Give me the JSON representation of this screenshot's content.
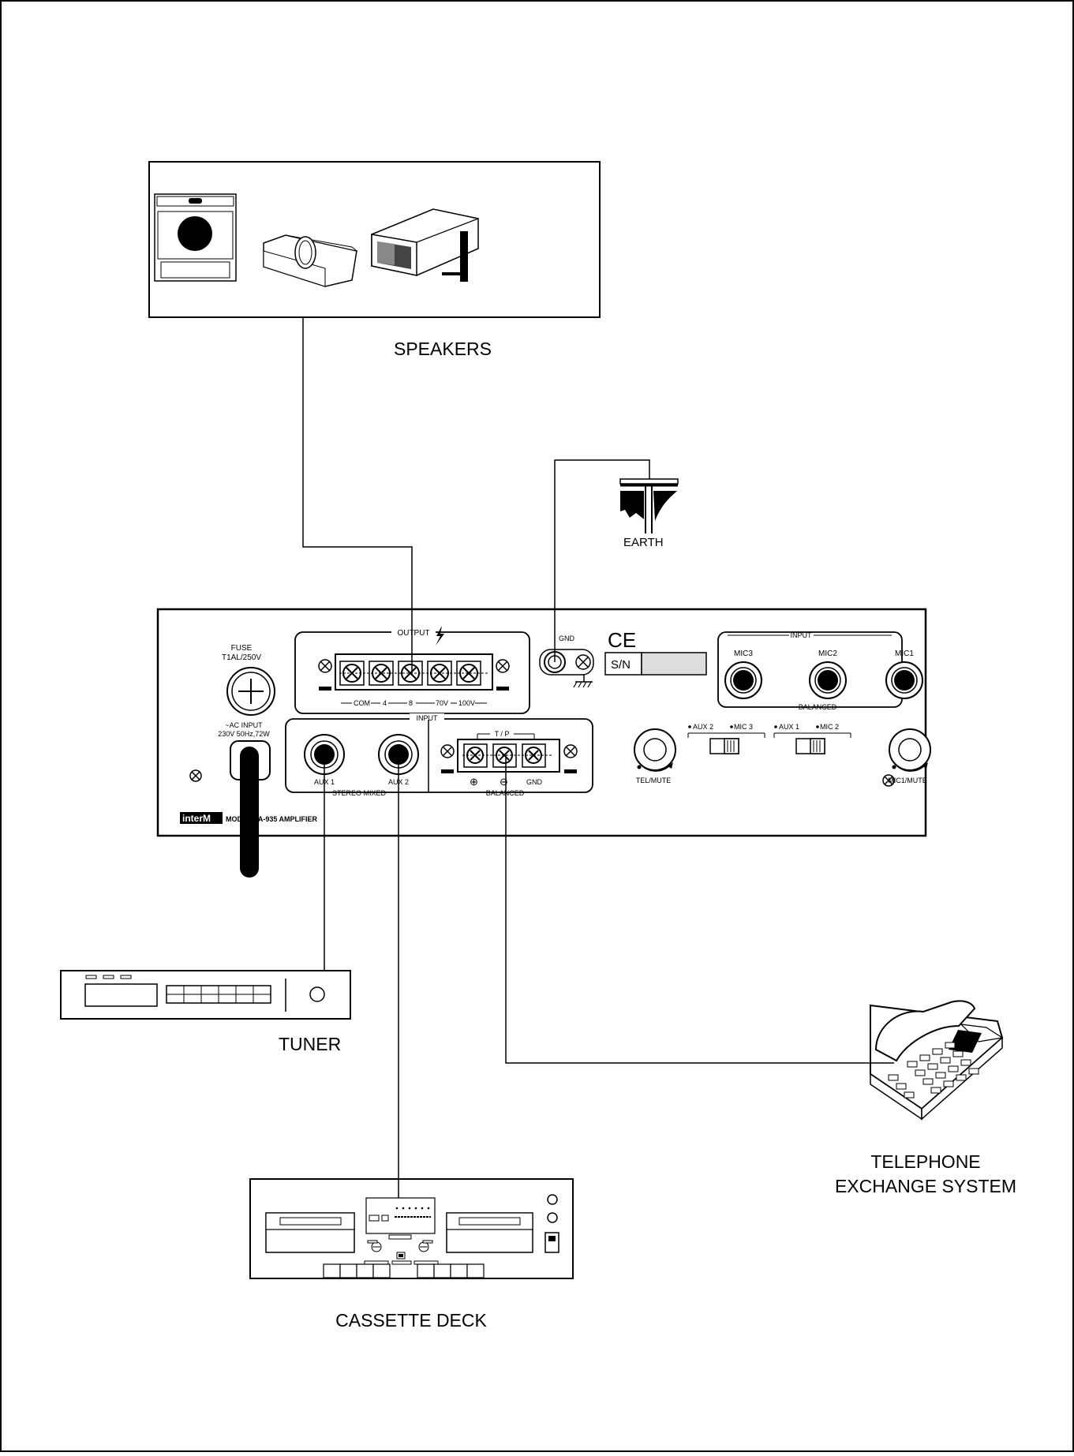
{
  "labels": {
    "speakers": "SPEAKERS",
    "earth": "EARTH",
    "tuner": "TUNER",
    "telephone_line1": "TELEPHONE",
    "telephone_line2": "EXCHANGE SYSTEM",
    "cassette": "CASSETTE DECK"
  },
  "amplifier": {
    "fuse_label": "FUSE",
    "fuse_rating": "T1AL/250V",
    "ac_input_label": "~AC INPUT",
    "ac_input_rating": "230V 50Hz,72W",
    "output_label": "OUTPUT",
    "output_terminals": [
      "COM",
      "4",
      "8",
      "70V",
      "100V"
    ],
    "input_label": "INPUT",
    "aux1": "AUX 1",
    "aux2": "AUX 2",
    "stereo_mixed": "STEREO MIXED",
    "tp_label": "T / P",
    "plus": "⊕",
    "minus": "⊖",
    "gnd_term": "GND",
    "balanced": "BALANCED",
    "gnd": "GND",
    "ce": "CE",
    "sn": "S/N",
    "mic_input_label": "INPUT",
    "mic3": "MIC3",
    "mic2": "MIC2",
    "mic1": "MIC1",
    "mic_balanced": "BALANCED",
    "sw1_left": "AUX 2",
    "sw1_right": "MIC 3",
    "sw2_left": "AUX 1",
    "sw2_right": "MIC 2",
    "tel_mute": "TEL/MUTE",
    "mic1_mute": "MIC1/MUTE",
    "brand": "interM",
    "model": "MODEL:PA-935 AMPLIFIER"
  }
}
